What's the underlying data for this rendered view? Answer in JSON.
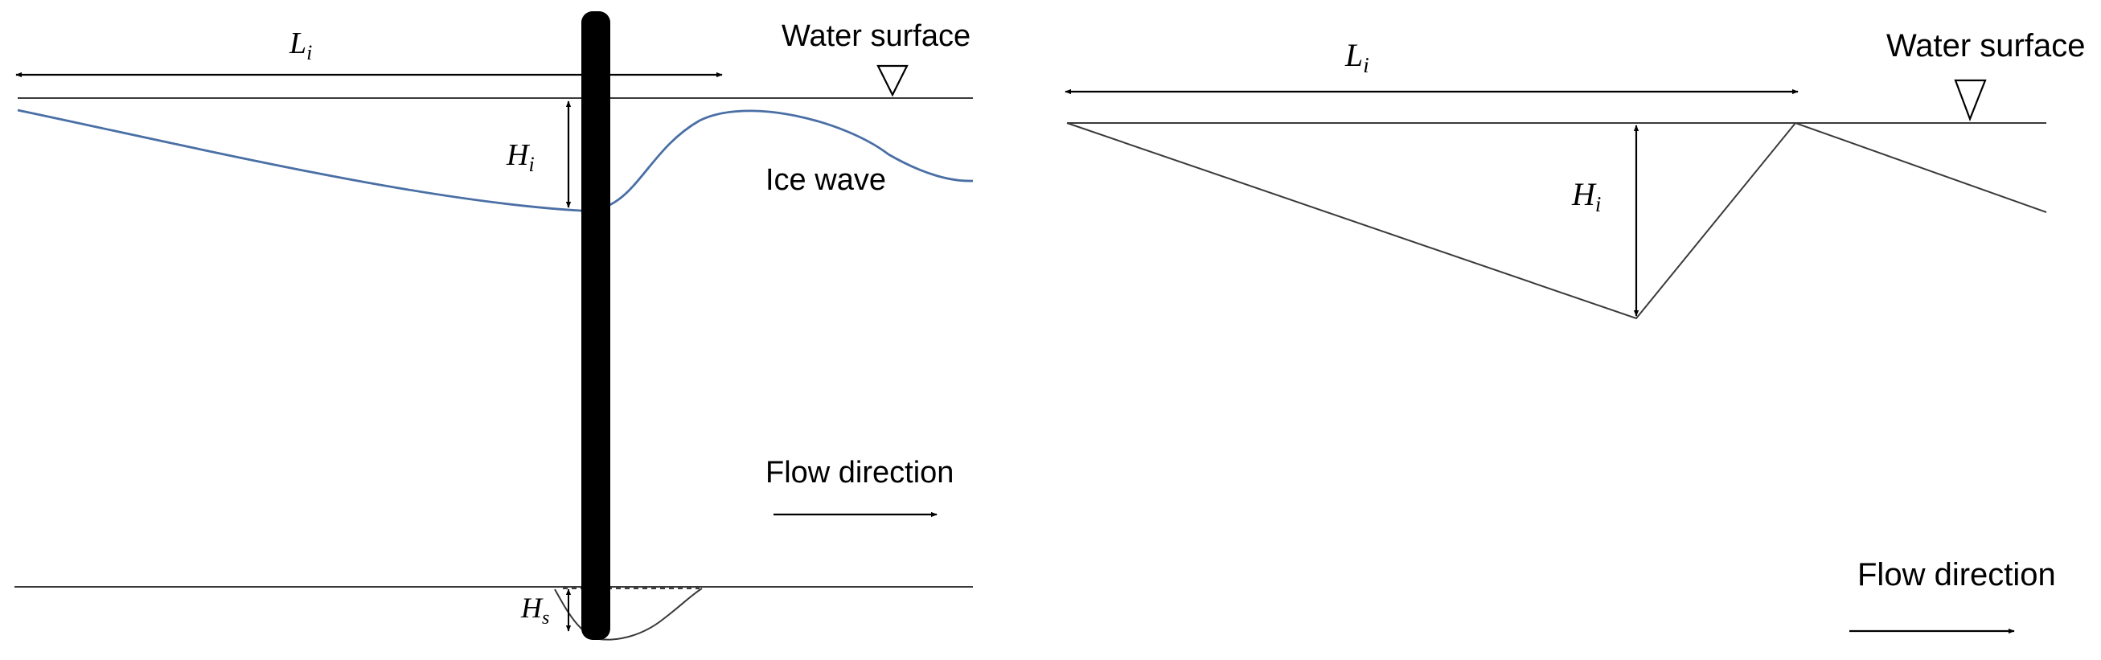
{
  "colors": {
    "background": "#ffffff",
    "line": "#3a3a3a",
    "ice_wave": "#4a6fa5",
    "pile": "#000000"
  },
  "left_panel": {
    "length_symbol": "L",
    "length_subscript": "i",
    "water_surface_label": "Water surface",
    "ice_height_symbol": "H",
    "ice_height_subscript": "i",
    "ice_wave_label": "Ice wave",
    "flow_direction_label": "Flow direction",
    "scour_symbol": "H",
    "scour_subscript": "s"
  },
  "right_panel": {
    "length_symbol": "L",
    "length_subscript": "i",
    "water_surface_label": "Water surface",
    "ice_height_symbol": "H",
    "ice_height_subscript": "i",
    "flow_direction_label": "Flow direction"
  }
}
